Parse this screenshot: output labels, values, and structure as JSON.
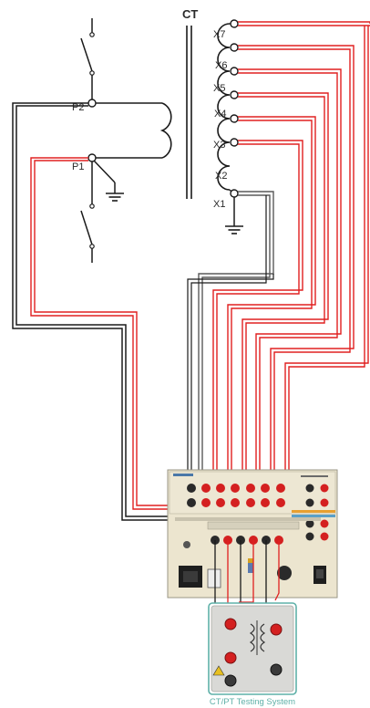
{
  "diagram": {
    "ct_label": "CT",
    "primary_labels": {
      "p1": "P1",
      "p2": "P2"
    },
    "taps": [
      {
        "label": "X7"
      },
      {
        "label": "X6"
      },
      {
        "label": "X5"
      },
      {
        "label": "X4"
      },
      {
        "label": "X3"
      },
      {
        "label": "X2"
      },
      {
        "label": "X1"
      }
    ],
    "equipment_caption": "CT/PT Testing System",
    "colors": {
      "red": "#e02020",
      "black": "#1a1a1a",
      "gray": "#6a6a6a",
      "panel": "#ece5cf",
      "teal": "#5fb0a8"
    }
  }
}
